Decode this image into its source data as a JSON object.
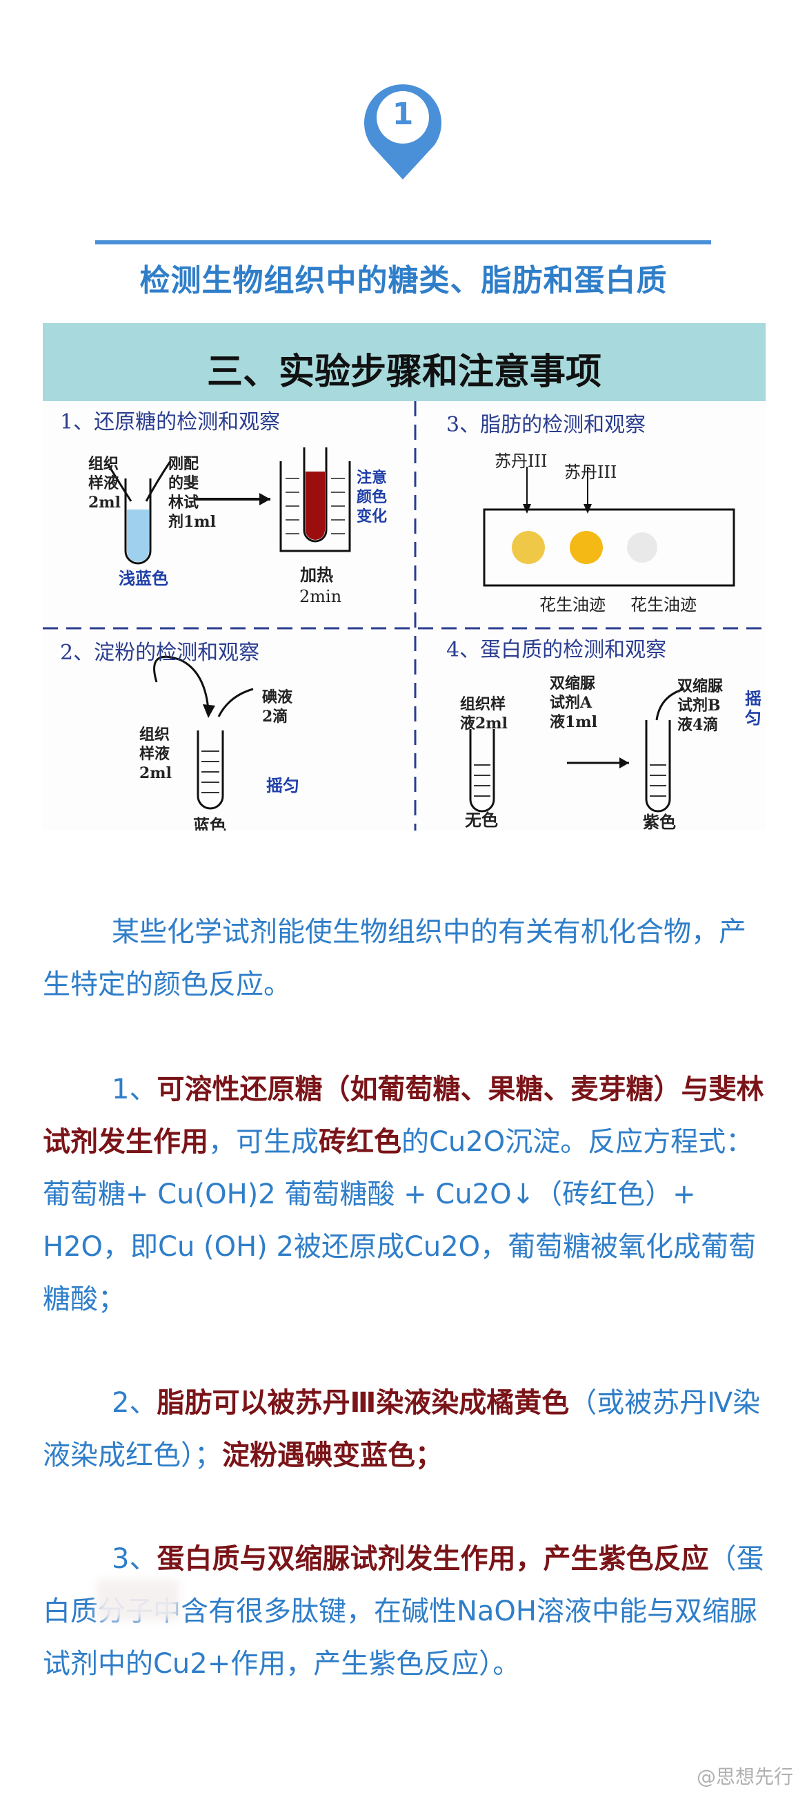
{
  "badge": {
    "number": "1",
    "color": "#4a90d9"
  },
  "section_title": "检测生物组织中的糖类、脂肪和蛋白质",
  "figure": {
    "heading": "三、实验步骤和注意事项",
    "panel1": {
      "title": "1、还原糖的检测和观察",
      "sample": "组织\n样液\n2ml",
      "reagent": "刚配\n的斐\n林试\n剂1ml",
      "color_change": "注意\n颜色\n变化",
      "result": "浅蓝色",
      "heat": "加热",
      "time": "2min"
    },
    "panel2": {
      "title": "2、淀粉的检测和观察",
      "sample": "组织\n样液\n2ml",
      "reagent": "碘液\n2滴",
      "shake": "摇匀",
      "result": "蓝色"
    },
    "panel3": {
      "title": "3、脂肪的检测和观察",
      "stain1": "苏丹III",
      "stain2": "苏丹III",
      "spot1": "花生油迹",
      "spot2": "花生油迹"
    },
    "panel4": {
      "title": "4、蛋白质的检测和观察",
      "sample": "组织样\n液2ml",
      "reagentA": "双缩脲\n试剂A\n液1ml",
      "reagentB": "双缩脲\n试剂B\n液4滴",
      "shake": "摇匀",
      "result1": "无色",
      "result2": "紫色"
    }
  },
  "paragraphs": {
    "intro": "某些化学试剂能使生物组织中的有关有机化合物，产生特定的颜色反应。",
    "p1_num": "1、",
    "p1_strong": "可溶性还原糖（如葡萄糖、果糖、麦芽糖）与斐林试剂发生作用",
    "p1_mid": "，可生成",
    "p1_strong2": "砖红色",
    "p1_rest": "的Cu2O沉淀。反应方程式：葡萄糖+ Cu(OH)2 葡萄糖酸 + Cu2O↓（砖红色）+ H2O，即Cu (OH) 2被还原成Cu2O，葡萄糖被氧化成葡萄糖酸；",
    "p2_num": "2、",
    "p2_strong": "脂肪可以被苏丹Ⅲ染液染成橘黄色",
    "p2_mid": "（或被苏丹Ⅳ染液染成红色）；",
    "p2_strong2": "淀粉遇碘变蓝色；",
    "p3_num": "3、",
    "p3_strong": "蛋白质与双缩脲试剂发生作用，产生紫色反应",
    "p3_rest": "（蛋白质分子中含有很多肽键，在碱性NaOH溶液中能与双缩脲试剂中的Cu2+作用，产生紫色反应）。"
  },
  "watermark": "@思想先行"
}
